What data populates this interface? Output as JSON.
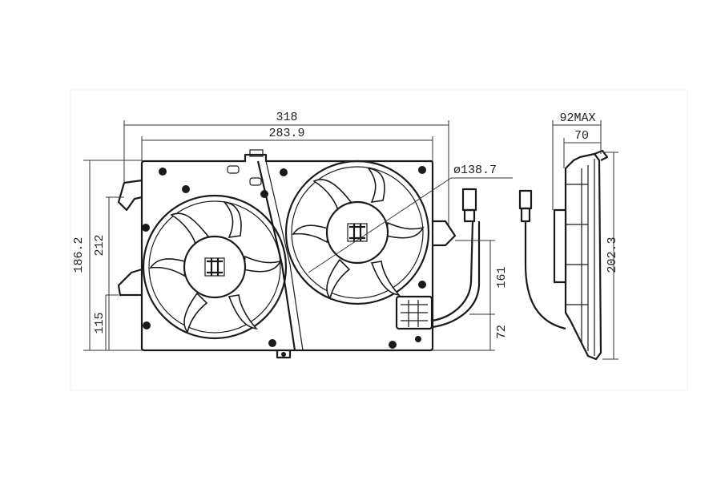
{
  "front_view": {
    "overall_width": "318",
    "inner_width": "283.9",
    "fan_diameter": "ø138.7",
    "overall_height": "186.2",
    "height_212": "212",
    "height_115": "115",
    "right_161": "161",
    "right_72": "72"
  },
  "side_view": {
    "max_depth": "92MAX",
    "depth": "70",
    "height": "202.3"
  },
  "colors": {
    "line": "#1a1a1a",
    "background": "#ffffff"
  }
}
